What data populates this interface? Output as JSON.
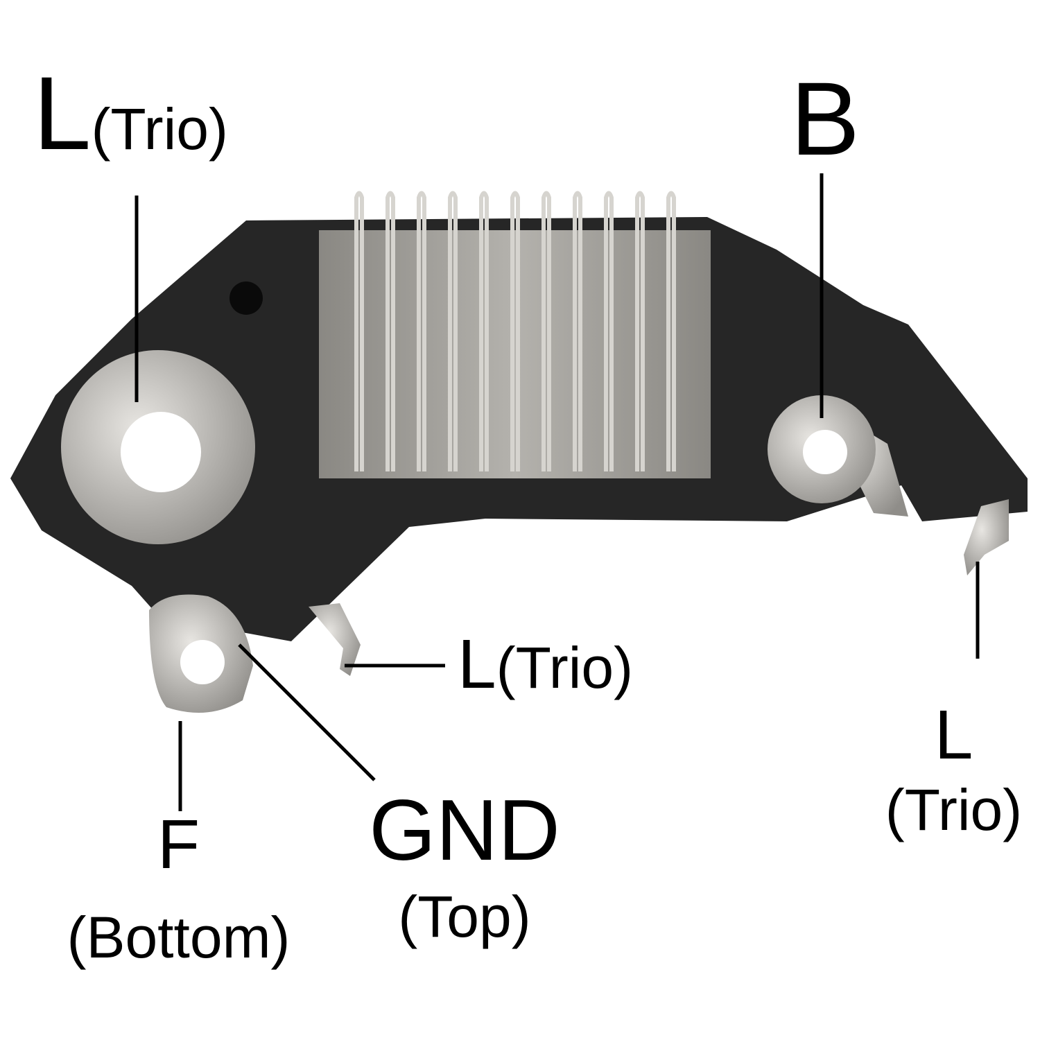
{
  "labels": {
    "top_left": {
      "main": "L",
      "sub": "(Trio)"
    },
    "top_right": {
      "main": "B"
    },
    "middle": {
      "main": "L",
      "sub": "(Trio)"
    },
    "right": {
      "main": "L",
      "sub": "(Trio)"
    },
    "bottom_left": {
      "main": "F",
      "sub": "(Bottom)"
    },
    "bottom_center": {
      "main": "GND",
      "sub": "(Top)"
    }
  },
  "colors": {
    "body": "#2a2a2a",
    "heatsink": "#a3a19c",
    "metal": "#c8c6c2"
  }
}
